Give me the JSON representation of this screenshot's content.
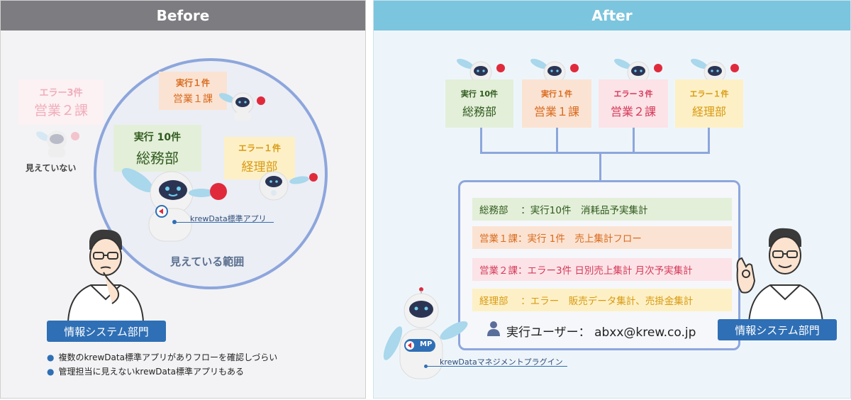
{
  "before": {
    "header": "Before",
    "faded_card": {
      "line1": "エラー3件",
      "line2": "営業２課"
    },
    "not_visible_label": "見えていない",
    "cards": {
      "sales1": {
        "line1": "実行１件",
        "line2": "営業１課"
      },
      "general": {
        "line1": "実行 10件",
        "line2": "総務部"
      },
      "accounting": {
        "line1": "エラー１件",
        "line2": "経理部"
      }
    },
    "app_label": "krewData標準アプリ",
    "visible_range_label": "見えている範囲",
    "badge": "情報システム部門",
    "bullets": [
      "複数のkrewData標準アプリがありフローを確認しづらい",
      "管理担当に見えないkrewData標準アプリもある"
    ]
  },
  "after": {
    "header": "After",
    "cards": [
      {
        "line1": "実行 10件",
        "line2": "総務部"
      },
      {
        "line1": "実行１件",
        "line2": "営業１課"
      },
      {
        "line1": "エラー３件",
        "line2": "営業２課"
      },
      {
        "line1": "エラー１件",
        "line2": "経理部"
      }
    ],
    "rows": [
      "総務部　 ：実行10件　消耗品予実集計",
      "営業１課：実行 1件　売上集計フロー",
      "営業２課：エラー3件 日別売上集計 月次予実集計",
      "経理部　 ：エラー　販売データ集計、売掛金集計"
    ],
    "exec_user": "実行ユーザー： abxx@krew.co.jp",
    "badge": "情報システム部門",
    "plugin_badge": "MP",
    "plugin_label": "krewDataマネジメントプラグイン"
  },
  "colors": {
    "header_before": "#7d7c81",
    "header_after": "#7cc5de",
    "accent_blue": "#2f6fb5",
    "outline": "#8da6dc",
    "card_green": "#e3efd9",
    "card_orange": "#fbe3d3",
    "card_pink": "#fbe3e7",
    "card_yellow": "#fdf0c6",
    "text_green": "#2f5a1d",
    "text_orange": "#d86a1c",
    "text_pink": "#d63a5a",
    "text_yellow": "#d89a12"
  }
}
